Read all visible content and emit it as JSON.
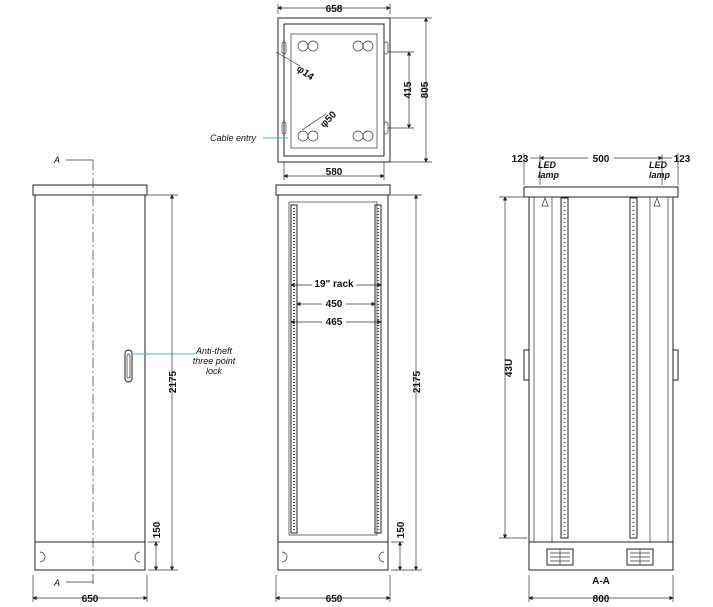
{
  "section_marks": {
    "top": "A",
    "bottom": "A",
    "section_title": "A-A"
  },
  "plan": {
    "width_top": "658",
    "width_bottom": "580",
    "depth": "805",
    "inner": "415",
    "hole_small": "φ14",
    "hole_large": "φ50",
    "cable_entry": "Cable entry"
  },
  "front": {
    "width": "650",
    "height": "2175",
    "plinth": "150",
    "lock_note": [
      "Anti-theft",
      "three point",
      "lock"
    ]
  },
  "open_front": {
    "width": "650",
    "height": "2175",
    "plinth": "150",
    "rack": "19\" rack",
    "inner_450": "450",
    "inner_465": "465"
  },
  "side": {
    "top_left": "123",
    "top_mid": "500",
    "top_right": "123",
    "led_left": [
      "LED",
      "lamp"
    ],
    "led_right": [
      "LED",
      "lamp"
    ],
    "units": "43U",
    "width": "800"
  },
  "colors": {
    "line": "#222222",
    "callout": "#33c6d6"
  }
}
